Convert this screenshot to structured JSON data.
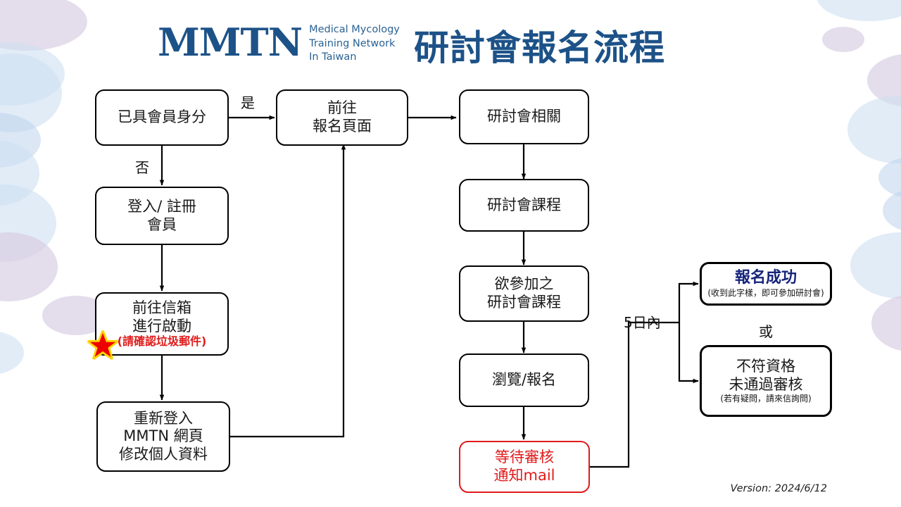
{
  "header": {
    "logo_mark": "MMTN",
    "logo_sub_lines": [
      "Medical Mycology",
      "Training Network",
      "In Taiwan"
    ],
    "title": "研討會報名流程",
    "brand_color": "#1d5288"
  },
  "colors": {
    "brand_blue": "#1d5288",
    "navy_text": "#16257a",
    "alert_red": "#e01b1b",
    "line_black": "#000000",
    "blob_blue": "#cfe0f2",
    "blob_lavender": "#d8cfe2"
  },
  "nodes": {
    "member_check": {
      "lines": [
        "已具會員身分"
      ]
    },
    "login_register": {
      "lines": [
        "登入/ 註冊",
        "會員"
      ]
    },
    "activate_mail": {
      "lines": [
        "前往信箱",
        "進行啟動"
      ],
      "note": "(請確認垃圾郵件)"
    },
    "relogin_edit": {
      "lines": [
        "重新登入",
        "MMTN 網頁",
        "修改個人資料"
      ]
    },
    "goto_signup": {
      "lines": [
        "前往",
        "報名頁面"
      ]
    },
    "seminar_info": {
      "lines": [
        "研討會相關"
      ]
    },
    "seminar_course": {
      "lines": [
        "研討會課程"
      ]
    },
    "desired_course": {
      "lines": [
        "欲參加之",
        "研討會課程"
      ]
    },
    "browse_signup": {
      "lines": [
        "瀏覽/報名"
      ]
    },
    "await_review": {
      "lines": [
        "等待審核",
        "通知mail"
      ]
    },
    "success": {
      "lines": [
        "報名成功"
      ],
      "note": "(收到此字樣，即可參加研討會)"
    },
    "rejected": {
      "lines": [
        "不符資格",
        "未通過審核"
      ],
      "note": "(若有疑問，請來信詢問)"
    }
  },
  "edge_labels": {
    "yes": "是",
    "no": "否",
    "within_5_days": "5日內",
    "or": "或"
  },
  "footer": {
    "version": "Version: 2024/6/12"
  },
  "icons": {
    "star": "red-star-icon"
  }
}
